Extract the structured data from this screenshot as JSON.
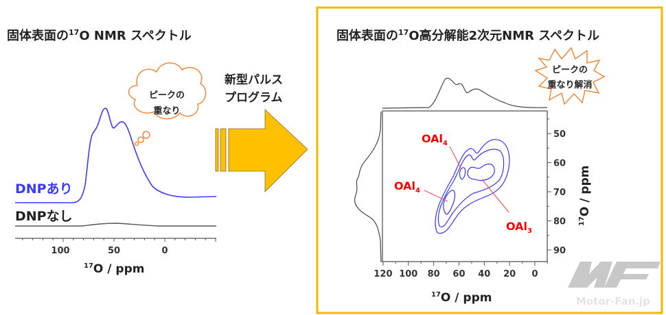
{
  "left_panel": {
    "title_prefix": "固体表面の",
    "title_sup": "17",
    "title_suffix": "O NMR スペクトル",
    "label_with_dnp": "DNPあり",
    "label_without_dnp": "DNPなし",
    "x_ticks": [
      "100",
      "50",
      "0"
    ],
    "x_axis_sup": "17",
    "x_axis_label": "O / ppm",
    "bubble_line1": "ピークの",
    "bubble_line2": "重なり"
  },
  "arrow": {
    "line1": "新型パルス",
    "line2": "プログラム",
    "color": "#FFC000"
  },
  "right_panel": {
    "title_prefix": "固体表面の",
    "title_sup": "17",
    "title_suffix": "O高分解能2次元NMR スペクトル",
    "burst_line1": "ピークの",
    "burst_line2": "重なり解消",
    "x_ticks": [
      "120",
      "100",
      "80",
      "60",
      "40",
      "20",
      "0"
    ],
    "y_ticks": [
      "50",
      "60",
      "70",
      "80",
      "90"
    ],
    "x_axis_sup": "17",
    "x_axis_label": "O / ppm",
    "y_axis_sup": "17",
    "y_axis_label": "O / ppm",
    "annotations": [
      {
        "base": "OAl",
        "sub": "4"
      },
      {
        "base": "OAl",
        "sub": "4"
      },
      {
        "base": "OAl",
        "sub": "3"
      }
    ],
    "border_color": "#F5B800",
    "contour_color": "#3333FF",
    "label_color": "#FF0000"
  },
  "watermark": "Motor-Fan.jp"
}
